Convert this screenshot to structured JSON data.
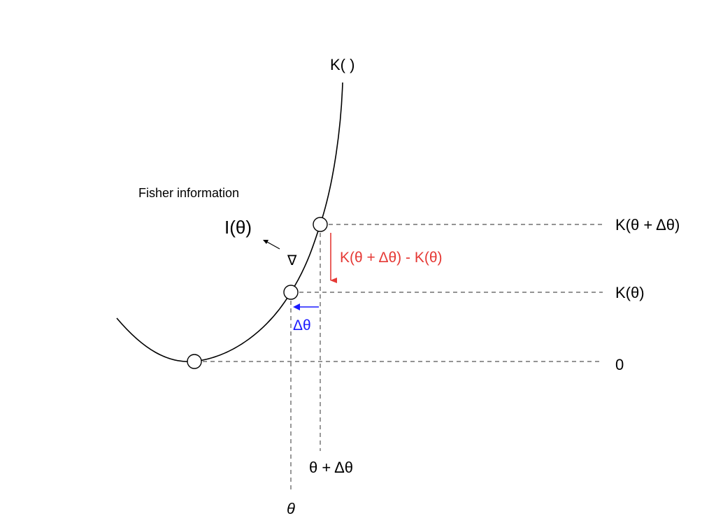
{
  "curve_label": "K( )",
  "annotation": {
    "title": "Fisher information",
    "symbol": "I(θ)",
    "nabla": "∇"
  },
  "levels": {
    "top": "K(θ + Δθ)",
    "mid": "K(θ)",
    "zero": "0"
  },
  "difference_label": "K(θ + Δθ) - K(θ)",
  "delta_label": "Δθ",
  "x_labels": {
    "theta_plus": "θ + Δθ",
    "theta": "θ"
  },
  "colors": {
    "curve": "#000000",
    "dashed": "#555555",
    "difference": "#e53935",
    "delta": "#1a1aff"
  }
}
